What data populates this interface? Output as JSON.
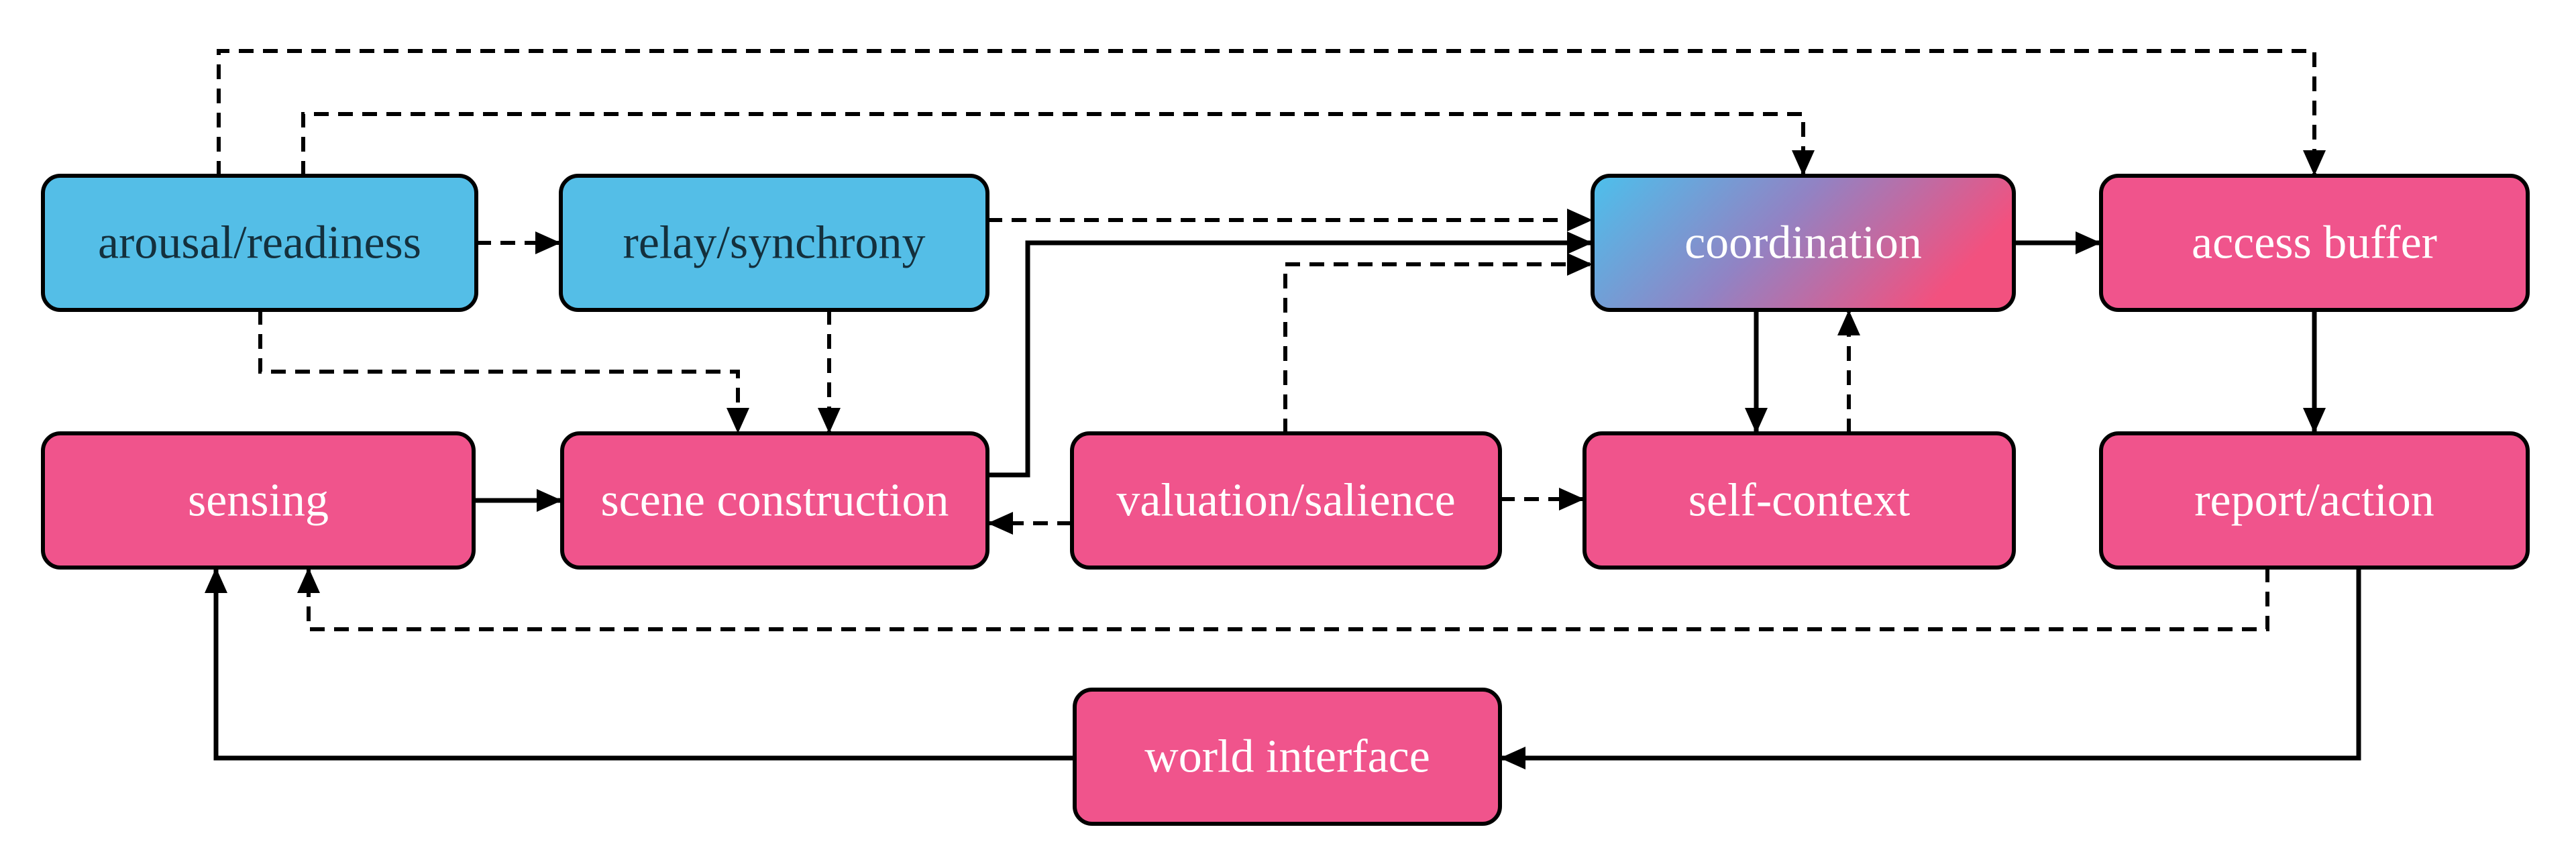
{
  "colors": {
    "background": "#ffffff",
    "node_blue": "#54bee7",
    "node_pink": "#f0548c",
    "coord_gradient_start": "#4cc0ec",
    "coord_gradient_mid": "#9183c4",
    "coord_gradient_end": "#f2517f",
    "outline": "#000000",
    "edge": "#000000",
    "label_on_blue": "#14303d",
    "label_on_pink": "#ffffff"
  },
  "nodes": {
    "arousal": {
      "label": "arousal/readiness",
      "color": "blue"
    },
    "relay": {
      "label": "relay/synchrony",
      "color": "blue"
    },
    "coordination": {
      "label": "coordination",
      "color": "blue-to-pink-gradient"
    },
    "access_buffer": {
      "label": "access buffer",
      "color": "pink"
    },
    "sensing": {
      "label": "sensing",
      "color": "pink"
    },
    "scene": {
      "label": "scene construction",
      "color": "pink"
    },
    "valuation": {
      "label": "valuation/salience",
      "color": "pink"
    },
    "self_context": {
      "label": "self-context",
      "color": "pink"
    },
    "report": {
      "label": "report/action",
      "color": "pink"
    },
    "world": {
      "label": "world interface",
      "color": "pink"
    }
  },
  "edges": [
    {
      "from": "arousal/readiness",
      "to": "access buffer",
      "style": "dashed"
    },
    {
      "from": "arousal/readiness",
      "to": "coordination",
      "style": "dashed"
    },
    {
      "from": "arousal/readiness",
      "to": "relay/synchrony",
      "style": "dashed"
    },
    {
      "from": "arousal/readiness",
      "to": "scene construction",
      "style": "dashed"
    },
    {
      "from": "relay/synchrony",
      "to": "scene construction",
      "style": "dashed"
    },
    {
      "from": "relay/synchrony",
      "to": "coordination",
      "style": "dashed"
    },
    {
      "from": "valuation/salience",
      "to": "coordination",
      "style": "dashed"
    },
    {
      "from": "valuation/salience",
      "to": "scene construction",
      "style": "dashed"
    },
    {
      "from": "valuation/salience",
      "to": "self-context",
      "style": "dashed"
    },
    {
      "from": "self-context",
      "to": "coordination",
      "style": "dashed"
    },
    {
      "from": "report/action",
      "to": "sensing",
      "style": "dashed"
    },
    {
      "from": "sensing",
      "to": "scene construction",
      "style": "solid"
    },
    {
      "from": "scene construction",
      "to": "coordination",
      "style": "solid"
    },
    {
      "from": "coordination",
      "to": "access buffer",
      "style": "solid"
    },
    {
      "from": "coordination",
      "to": "self-context",
      "style": "solid"
    },
    {
      "from": "access buffer",
      "to": "report/action",
      "style": "solid"
    },
    {
      "from": "report/action",
      "to": "world interface",
      "style": "solid"
    },
    {
      "from": "world interface",
      "to": "sensing",
      "style": "solid"
    }
  ]
}
